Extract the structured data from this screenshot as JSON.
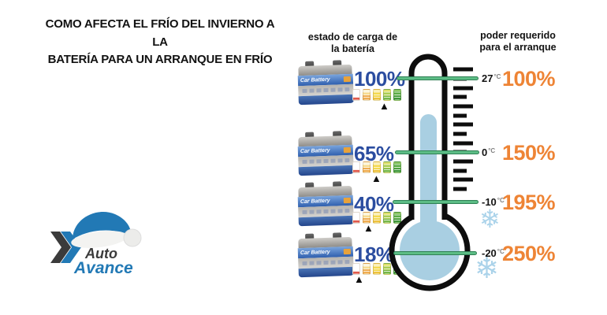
{
  "title": {
    "line1": "COMO AFECTA EL FRÍO DEL INVIERNO A LA",
    "line2": "BATERÍA PARA UN ARRANQUE EN FRÍO"
  },
  "headers": {
    "charge": {
      "line1": "estado de carga de",
      "line2": "la batería"
    },
    "power": {
      "line1": "poder requerido",
      "line2": "para el arranque"
    }
  },
  "logo": {
    "word1": "Auto",
    "word2": "Avance"
  },
  "battery_label": "Car Battery",
  "icons": {
    "snowflake": "❄",
    "arrow_up": "▲"
  },
  "rows": [
    {
      "charge": "100%",
      "temp": "27",
      "temp_unit": "°C",
      "power": "100%",
      "gauge_level": 5,
      "snow": false
    },
    {
      "charge": "65%",
      "temp": "0",
      "temp_unit": "°C",
      "power": "150%",
      "gauge_level": 3,
      "snow": false
    },
    {
      "charge": "40%",
      "temp": "-10",
      "temp_unit": "°C",
      "power": "195%",
      "gauge_level": 2,
      "snow": true
    },
    {
      "charge": "18%",
      "temp": "-20",
      "temp_unit": "°C",
      "power": "250%",
      "gauge_level": 1,
      "snow": true
    }
  ],
  "colors": {
    "charge_blue": "#2B4DA0",
    "power_orange": "#EE8435",
    "line_green": "#5CBC85",
    "mercury_blue": "#A9CFE2",
    "snow_blue": "#ABD3EA",
    "logo_blue": "#2279B5"
  }
}
